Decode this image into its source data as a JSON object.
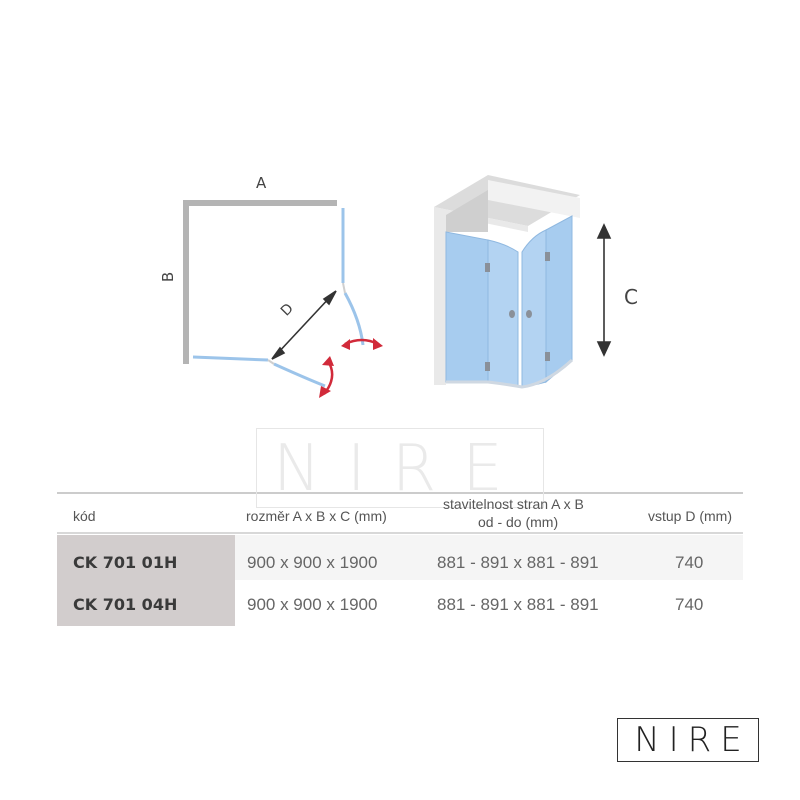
{
  "diagram": {
    "label_a": "A",
    "label_b": "B",
    "label_c": "C",
    "label_d": "D",
    "colors": {
      "frame": "#b0b0b0",
      "glass": "#a9cdef",
      "arrow": "#d12a3a",
      "wall": "#e4e4e4"
    }
  },
  "watermark": "NIRE",
  "table": {
    "headers": {
      "code": "kód",
      "size": "rozměr A x B x C (mm)",
      "adjust_line1": "stavitelnost stran A x B",
      "adjust_line2": "od - do (mm)",
      "entry": "vstup D (mm)"
    },
    "rows": [
      {
        "code": "CK 701 01H",
        "size": "900 x 900 x 1900",
        "adjust": "881 - 891 x 881 - 891",
        "entry": "740"
      },
      {
        "code": "CK 701 04H",
        "size": "900 x 900 x 1900",
        "adjust": "881 - 891 x 881 - 891",
        "entry": "740"
      }
    ]
  },
  "logo": "NIRE"
}
